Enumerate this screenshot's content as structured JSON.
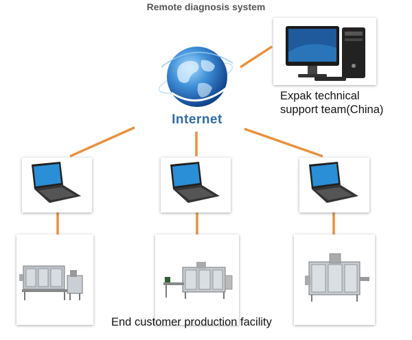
{
  "title": "Remote diagnosis system",
  "hub": {
    "label": "Internet",
    "icon": "globe-icon"
  },
  "support": {
    "label_line1": "Expak technical",
    "label_line2": "support team(China)",
    "icon": "desktop-computer-icon"
  },
  "customers": [
    {
      "laptop_icon": "laptop-icon",
      "machine_icon": "packaging-machine-icon"
    },
    {
      "laptop_icon": "laptop-icon",
      "machine_icon": "packaging-machine-icon"
    },
    {
      "laptop_icon": "laptop-icon",
      "machine_icon": "packaging-machine-icon"
    }
  ],
  "facility_label": "End customer production facility",
  "colors": {
    "connector": "#e8913e",
    "globe_dark": "#0c3f8a",
    "globe_light": "#4fa8e8",
    "internet_text": "#2d6aa7"
  }
}
